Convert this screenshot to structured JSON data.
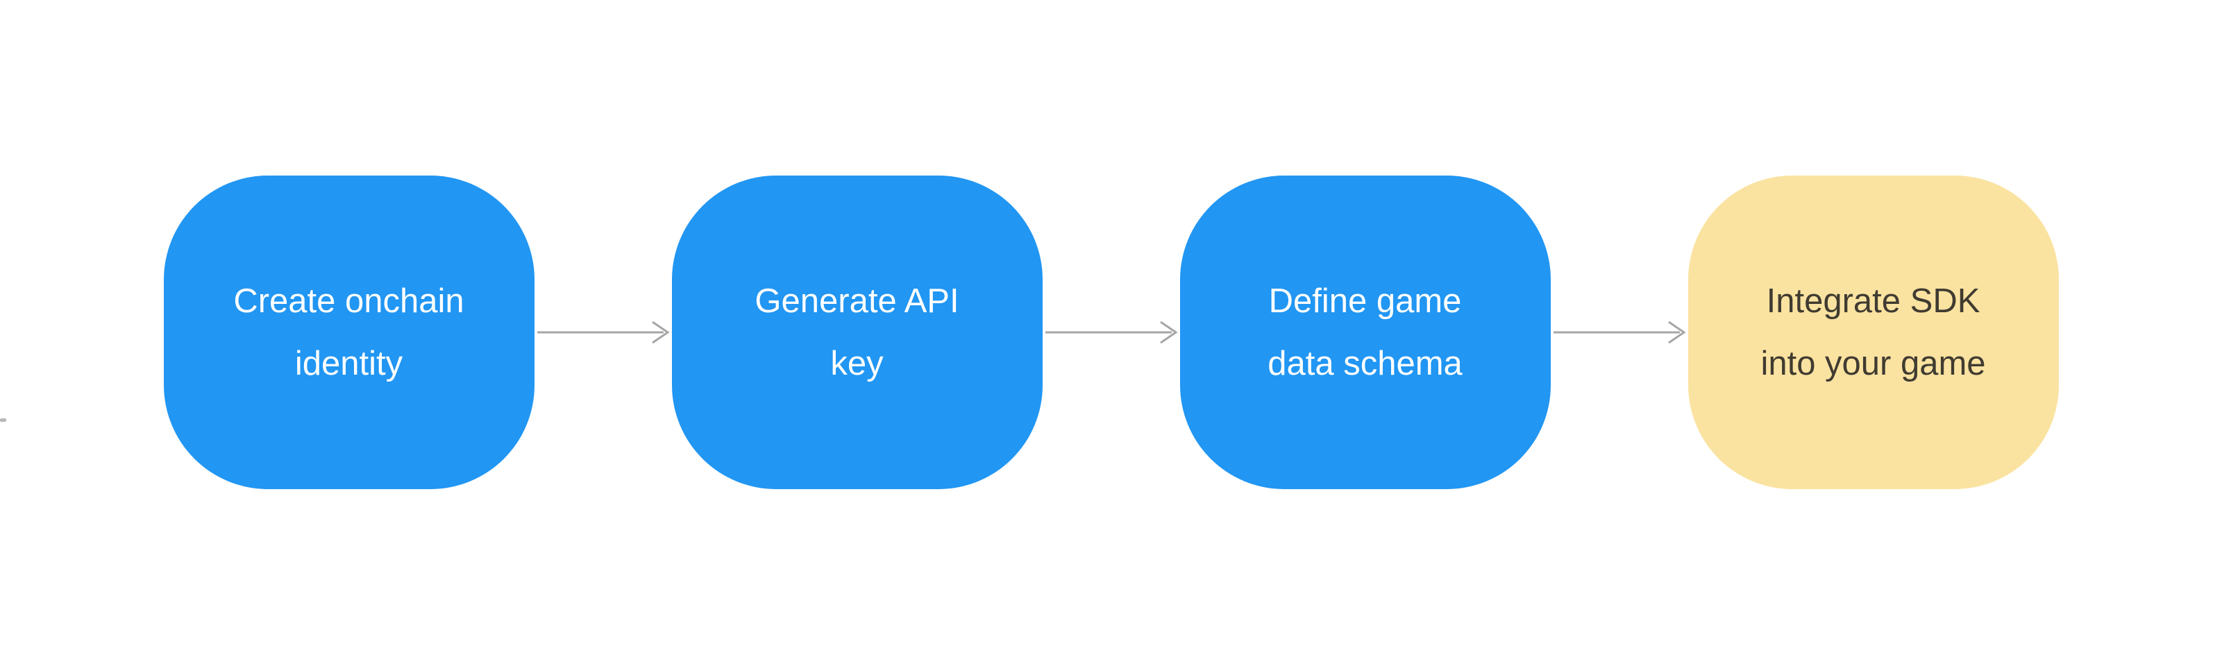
{
  "diagram": {
    "background_color": "#ffffff",
    "arrow_color": "#a6a6a6",
    "nodes": [
      {
        "label": "Create onchain identity",
        "lines": [
          "Create onchain",
          "identity"
        ],
        "bg": "#2196f3",
        "text_color": "#ffffff"
      },
      {
        "label": "Generate API key",
        "lines": [
          "Generate API",
          "key"
        ],
        "bg": "#2196f3",
        "text_color": "#ffffff"
      },
      {
        "label": "Define game data schema",
        "lines": [
          "Define game",
          "data schema"
        ],
        "bg": "#2196f3",
        "text_color": "#ffffff"
      },
      {
        "label": "Integrate SDK into your game",
        "lines": [
          "Integrate SDK",
          "into your game"
        ],
        "bg": "#fae3a1",
        "text_color": "#403b31"
      }
    ]
  }
}
